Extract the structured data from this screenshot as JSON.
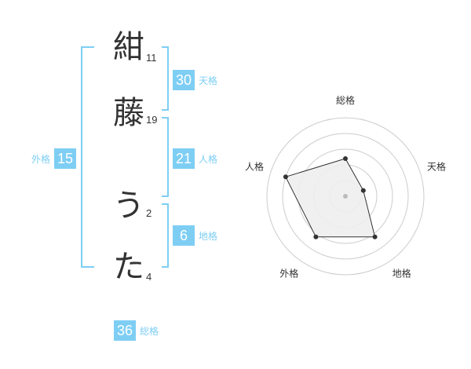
{
  "name": {
    "characters": [
      {
        "char": "紺",
        "strokes": "11"
      },
      {
        "char": "藤",
        "strokes": "19"
      },
      {
        "char": "う",
        "strokes": "2"
      },
      {
        "char": "た",
        "strokes": "4"
      }
    ]
  },
  "fortunes": {
    "tenkaku": {
      "value": "30",
      "label": "天格"
    },
    "jinkaku": {
      "value": "21",
      "label": "人格"
    },
    "chikaku": {
      "value": "6",
      "label": "地格"
    },
    "gaikaku": {
      "value": "15",
      "label": "外格"
    },
    "soukaku": {
      "value": "36",
      "label": "総格"
    }
  },
  "colors": {
    "accent": "#7ecef4",
    "radar_fill": "#eeeeee",
    "ring": "#cccccc"
  },
  "chart_data": {
    "type": "radar",
    "categories": [
      "総格",
      "天格",
      "地格",
      "外格",
      "人格"
    ],
    "values": [
      2.4,
      1.2,
      3.2,
      3.2,
      4.0
    ],
    "rlim": [
      0,
      5
    ],
    "grid": true
  }
}
